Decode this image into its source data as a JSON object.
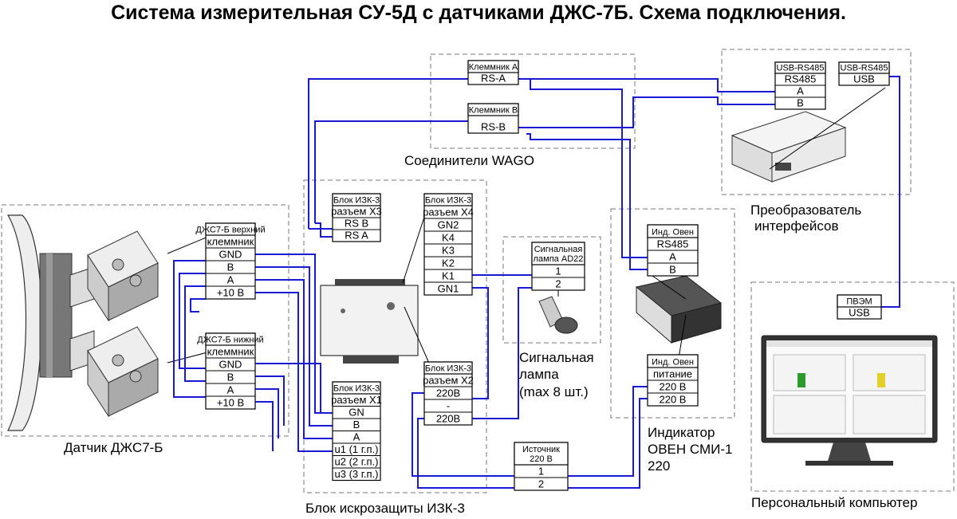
{
  "title": "Система измерительная СУ-5Д с датчиками ДЖС-7Б. Схема подключения.",
  "captions": {
    "wago": "Соединители WAGO",
    "converter_line1": "Преобразователь",
    "converter_line2": "интерфейсов",
    "sensor": "Датчик ДЖС7-Б",
    "izk": "Блок искрозащиты ИЗК-3",
    "lamp_line1": "Сигнальная",
    "lamp_line2": "лампа",
    "lamp_line3": "(max 8 шт.)",
    "indicator_line1": "Индикатор",
    "indicator_line2": "ОВЕН СМИ-1",
    "indicator_line3": "220",
    "pc": "Персональный компьютер"
  },
  "blocks": {
    "klemmA": {
      "header": "Клеммник А",
      "rows": [
        "RS-A"
      ]
    },
    "klemmB": {
      "header": "Клеммник В",
      "rows": [
        "RS-B"
      ]
    },
    "usb485a": {
      "header": "USB-RS485",
      "rows": [
        "RS485",
        "A",
        "B"
      ]
    },
    "usb485b": {
      "header": "USB-RS485",
      "rows": [
        "USB"
      ]
    },
    "djsTop": {
      "header": "ДЖС7-Б верхний",
      "rows": [
        "клеммник",
        "GND",
        "B",
        "A",
        "+10 В"
      ]
    },
    "djsBot": {
      "header": "ДЖС7-Б нижний",
      "rows": [
        "клеммник",
        "GND",
        "B",
        "A",
        "+10 В"
      ]
    },
    "izkX3": {
      "header": "Блок ИЗК-3",
      "rows": [
        "разъем Х3",
        "RS B",
        "RS A"
      ]
    },
    "izkX4": {
      "header": "Блок ИЗК-3",
      "rows": [
        "разъем Х4",
        "GN2",
        "K4",
        "K3",
        "K2",
        "K1",
        "GN1"
      ]
    },
    "izkX1": {
      "header": "Блок ИЗК-3",
      "rows": [
        "разъем Х1",
        "GN",
        "B",
        "A",
        "u1 (1 г.п.)",
        "u2 (2 г.п.)",
        "u3 (3 г.п.)"
      ]
    },
    "izkX2": {
      "header": "Блок ИЗК-3",
      "rows": [
        "разъем Х2",
        "220В",
        "-",
        "220В"
      ]
    },
    "lamp": {
      "header": "Сигнальная лампа AD22",
      "rows": [
        "1",
        "2"
      ]
    },
    "owenRS": {
      "header": "Инд. Овен",
      "rows": [
        "RS485",
        "A",
        "B"
      ]
    },
    "owenPow": {
      "header": "Инд. Овен",
      "rows": [
        "питание",
        "220 В",
        "220 В"
      ]
    },
    "source": {
      "header": "Источник 220 В",
      "rows": [
        "1",
        "2"
      ]
    },
    "pvem": {
      "header": "ПВЭМ",
      "rows": [
        "USB"
      ]
    }
  },
  "colors": {
    "wire": "#1a1ad6",
    "frame": "#777777"
  }
}
